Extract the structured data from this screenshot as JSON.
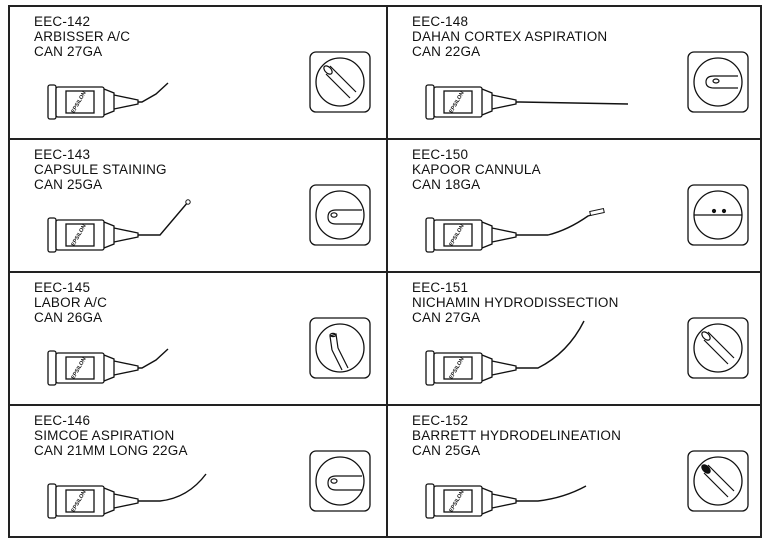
{
  "brand": "EPSILON",
  "products": [
    {
      "code": "EEC-142",
      "name": "ARBISSER A/C",
      "spec": "CAN 27GA",
      "tip": "angled",
      "detail": "bevel"
    },
    {
      "code": "EEC-148",
      "name": "DAHAN CORTEX ASPIRATION",
      "spec": "CAN 22GA",
      "tip": "straight",
      "detail": "port"
    },
    {
      "code": "EEC-143",
      "name": "CAPSULE STAINING",
      "spec": "CAN 25GA",
      "tip": "angled-bulb",
      "detail": "side-port"
    },
    {
      "code": "EEC-150",
      "name": "KAPOOR CANNULA",
      "spec": "CAN 18GA",
      "tip": "flat-curve",
      "detail": "two-holes"
    },
    {
      "code": "EEC-145",
      "name": "LABOR A/C",
      "spec": "CAN 26GA",
      "tip": "angled",
      "detail": "bent-tip"
    },
    {
      "code": "EEC-151",
      "name": "NICHAMIN HYDRODISSECTION",
      "spec": "CAN 27GA",
      "tip": "long-curve",
      "detail": "bevel"
    },
    {
      "code": "EEC-146",
      "name": "SIMCOE ASPIRATION",
      "spec": "CAN 21MM LONG 22GA",
      "tip": "up-curve",
      "detail": "side-port"
    },
    {
      "code": "EEC-152",
      "name": "BARRETT HYDRODELINEATION",
      "spec": "CAN 25GA",
      "tip": "gentle-curve",
      "detail": "dark-bevel"
    }
  ]
}
